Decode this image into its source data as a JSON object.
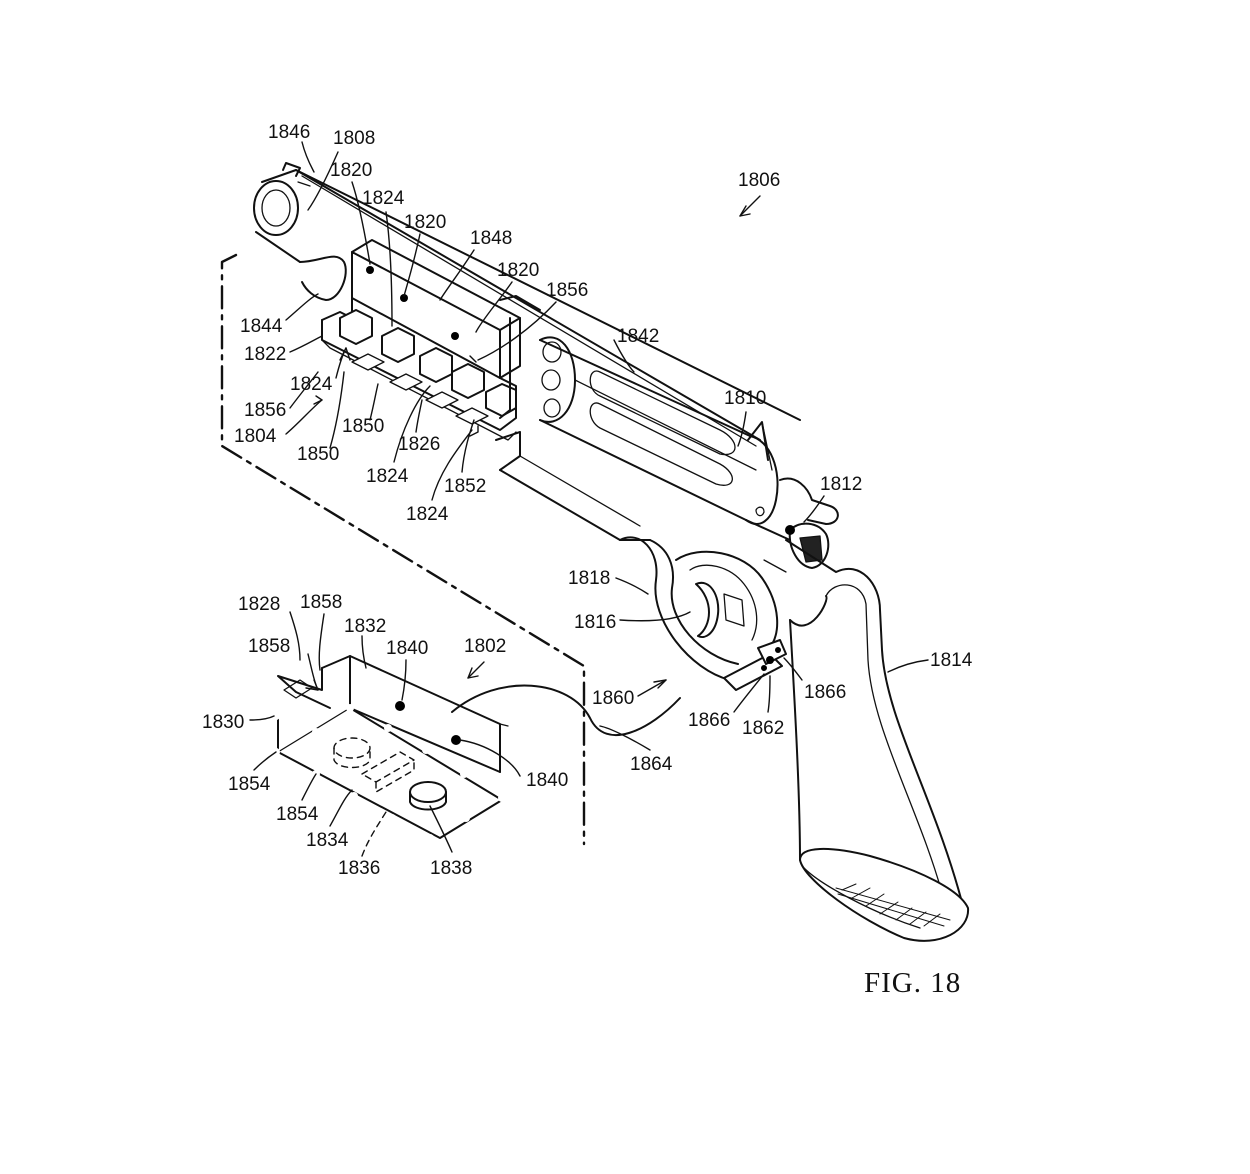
{
  "figure": {
    "caption": "FIG. 18",
    "reference_numerals": [
      "1846",
      "1808",
      "1820",
      "1824",
      "1820",
      "1848",
      "1820",
      "1856",
      "1806",
      "1842",
      "1844",
      "1822",
      "1824",
      "1856",
      "1804",
      "1850",
      "1850",
      "1826",
      "1824",
      "1852",
      "1824",
      "1810",
      "1812",
      "1818",
      "1816",
      "1814",
      "1828",
      "1858",
      "1832",
      "1840",
      "1802",
      "1858",
      "1830",
      "1860",
      "1866",
      "1866",
      "1862",
      "1854",
      "1854",
      "1840",
      "1864",
      "1834",
      "1836",
      "1838"
    ]
  }
}
